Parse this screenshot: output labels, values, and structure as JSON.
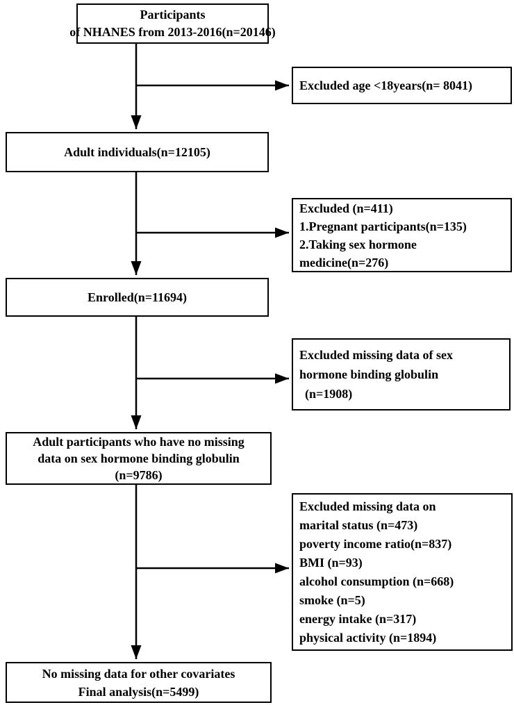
{
  "figure": {
    "kind": "participant-selection-flowchart",
    "line_color": "#000000",
    "box_background": "#ffffff"
  },
  "boxes": {
    "participants": [
      "Participants",
      "of NHANES from 2013-2016(n=20146)"
    ],
    "excluded_age": [
      "Excluded age <18years(n= 8041)"
    ],
    "adults": [
      "Adult individuals(n=12105)"
    ],
    "excluded_pregnancy_hormone": [
      "Excluded (n=411)",
      "1.Pregnant participants(n=135)",
      "2.Taking sex hormone",
      "medicine(n=276)"
    ],
    "enrolled": [
      "Enrolled(n=11694)"
    ],
    "excluded_missing_shbg": [
      "Excluded missing data of sex",
      "hormone binding globulin",
      "(n=1908)"
    ],
    "no_missing_shbg": [
      "Adult participants who have no missing",
      "data on sex hormone binding globulin",
      "(n=9786)"
    ],
    "excluded_missing_covariates": [
      "Excluded missing data on",
      "marital status (n=473)",
      "poverty income ratio(n=837)",
      "BMI (n=93)",
      "alcohol consumption (n=668)",
      "smoke (n=5)",
      "energy intake (n=317)",
      "physical activity (n=1894)"
    ],
    "final_analysis": [
      "No missing data for other covariates",
      "Final analysis(n=5499)"
    ]
  }
}
